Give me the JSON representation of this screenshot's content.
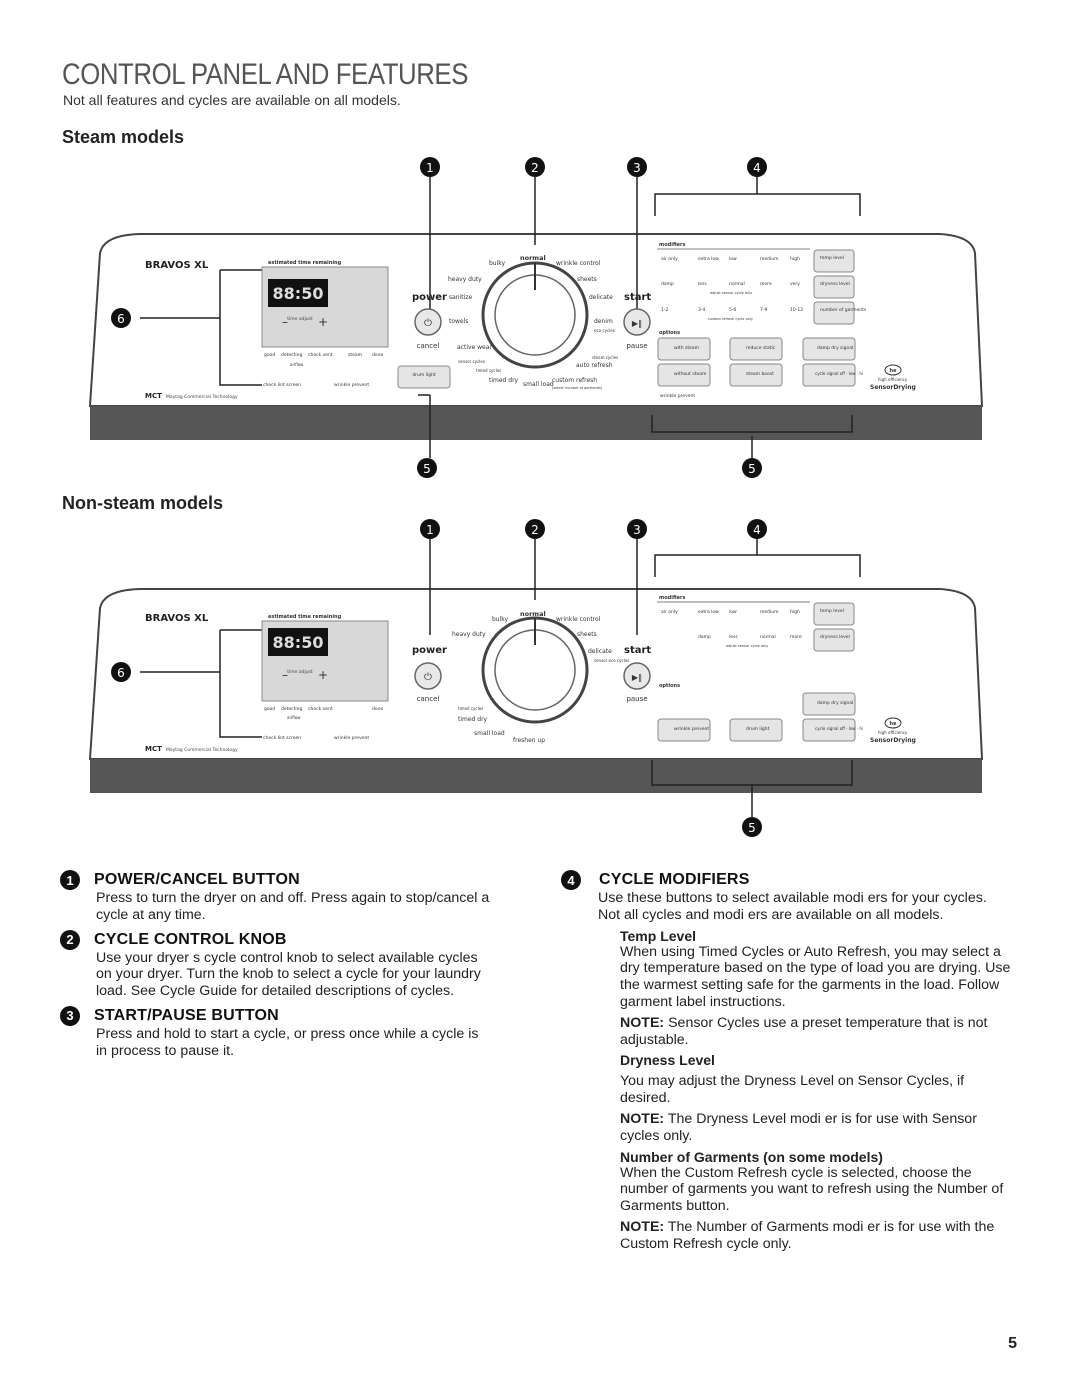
{
  "page": {
    "title": "CONTROL PANEL AND FEATURES",
    "subtitle": "Not all features and cycles are available on all models.",
    "page_number": "5"
  },
  "steam_panel": {
    "heading": "Steam models",
    "callouts": [
      "1",
      "2",
      "3",
      "4",
      "5",
      "5",
      "6"
    ],
    "brand": "BRAVOS XL",
    "est_time": "estimated time remaining",
    "display": "88:50",
    "time_adjust": "time adjust",
    "status": [
      "good",
      "detecting",
      "check vent",
      "steam",
      "done"
    ],
    "airflow": "airflow",
    "indicators": [
      "check lint screen",
      "wrinkle prevent"
    ],
    "mct": "MCT",
    "mct_text": "Maytag Commercial Technology",
    "power": "power",
    "cancel": "cancel",
    "drum_light": "drum light",
    "knob_labels": [
      "bulky",
      "normal",
      "wrinkle control",
      "heavy duty",
      "sheets",
      "sanitize",
      "delicate",
      "towels",
      "denim",
      "eco cycles",
      "active wear",
      "sensor cycles",
      "steam cycles",
      "auto refresh",
      "timed cycles",
      "timed dry",
      "small load",
      "custom refresh",
      "(select number of garments)"
    ],
    "start": "start",
    "pause": "pause",
    "modifiers_label": "modifiers",
    "temp_row": [
      "air only",
      "extra low",
      "low",
      "medium",
      "high"
    ],
    "dry_row": [
      "damp",
      "less",
      "normal",
      "more",
      "very"
    ],
    "dry_note": "adjust sensor cycle only",
    "garments_row": [
      "1-2",
      "3-4",
      "5-6",
      "7-9",
      "10-12"
    ],
    "garments_note": "custom refresh cycle only",
    "mod_buttons": [
      "temp level",
      "dryness level",
      "number of garments"
    ],
    "options_label": "options",
    "options": [
      "with steam",
      "reduce static",
      "damp dry signal",
      "without steam",
      "steam boost",
      "cycle signal off · low · hi",
      "wrinkle prevent"
    ],
    "he_logo": "he",
    "he_text": "high efficiency",
    "sensor_drying": "SensorDrying"
  },
  "nonsteam_panel": {
    "heading": "Non-steam models",
    "callouts": [
      "1",
      "2",
      "3",
      "4",
      "5",
      "6"
    ],
    "brand": "BRAVOS XL",
    "est_time": "estimated time remaining",
    "display": "88:50",
    "time_adjust": "time adjust",
    "status": [
      "good",
      "detecting",
      "check vent",
      "done"
    ],
    "airflow": "airflow",
    "indicators": [
      "check lint screen",
      "wrinkle prevent"
    ],
    "mct": "MCT",
    "mct_text": "Maytag Commercial Technology",
    "power": "power",
    "cancel": "cancel",
    "knob_labels": [
      "bulky",
      "normal",
      "wrinkle control",
      "heavy duty",
      "sheets",
      "delicate",
      "sensor eco cycles",
      "timed cycles",
      "timed dry",
      "small load",
      "freshen up"
    ],
    "start": "start",
    "pause": "pause",
    "modifiers_label": "modifiers",
    "temp_row": [
      "air only",
      "extra low",
      "low",
      "medium",
      "high"
    ],
    "dry_row": [
      "damp",
      "less",
      "normal",
      "more"
    ],
    "dry_note": "adjust sensor cycle only",
    "mod_buttons": [
      "temp level",
      "dryness level"
    ],
    "options_label": "options",
    "options": [
      "damp dry signal",
      "wrinkle prevent",
      "drum light",
      "cycle signal off · low · hi"
    ],
    "he_logo": "he",
    "he_text": "high efficiency",
    "sensor_drying": "SensorDrying"
  },
  "sections": {
    "s1": {
      "num": "1",
      "title": "POWER/CANCEL BUTTON",
      "text": "Press to turn the dryer on and off. Press again to stop/cancel a cycle at any time."
    },
    "s2": {
      "num": "2",
      "title": "CYCLE CONTROL KNOB",
      "text": "Use your dryer s cycle control knob to select available cycles on your dryer. Turn the knob to select a cycle for your laundry load. See  Cycle Guide  for detailed descriptions of cycles."
    },
    "s3": {
      "num": "3",
      "title": "START/PAUSE BUTTON",
      "text": "Press and hold to start a cycle, or press once while a cycle is in process to pause it."
    },
    "s4": {
      "num": "4",
      "title": "CYCLE MODIFIERS",
      "text": "Use these buttons to select available modi ers for your cycles. Not all cycles and modi ers are available on all models.",
      "temp_title": "Temp Level",
      "temp_text": "When using Timed Cycles or Auto Refresh, you may select a dry temperature based on the type of load you are drying. Use the warmest setting safe for the garments in the load. Follow garment label instructions.",
      "note_label": "NOTE:",
      "temp_note": "Sensor Cycles use a preset temperature that is not adjustable.",
      "dry_title": "Dryness Level",
      "dry_text": "You may adjust the Dryness Level on Sensor Cycles, if desired.",
      "dry_note": "The Dryness Level modi er is for use with Sensor cycles only.",
      "garm_title": "Number of Garments (on some models)",
      "garm_text": "When the Custom Refresh cycle is selected, choose the number of garments you want to refresh using the Number of Garments button.",
      "garm_note": "The Number of Garments modi er is for use with the Custom Refresh cycle only."
    }
  }
}
